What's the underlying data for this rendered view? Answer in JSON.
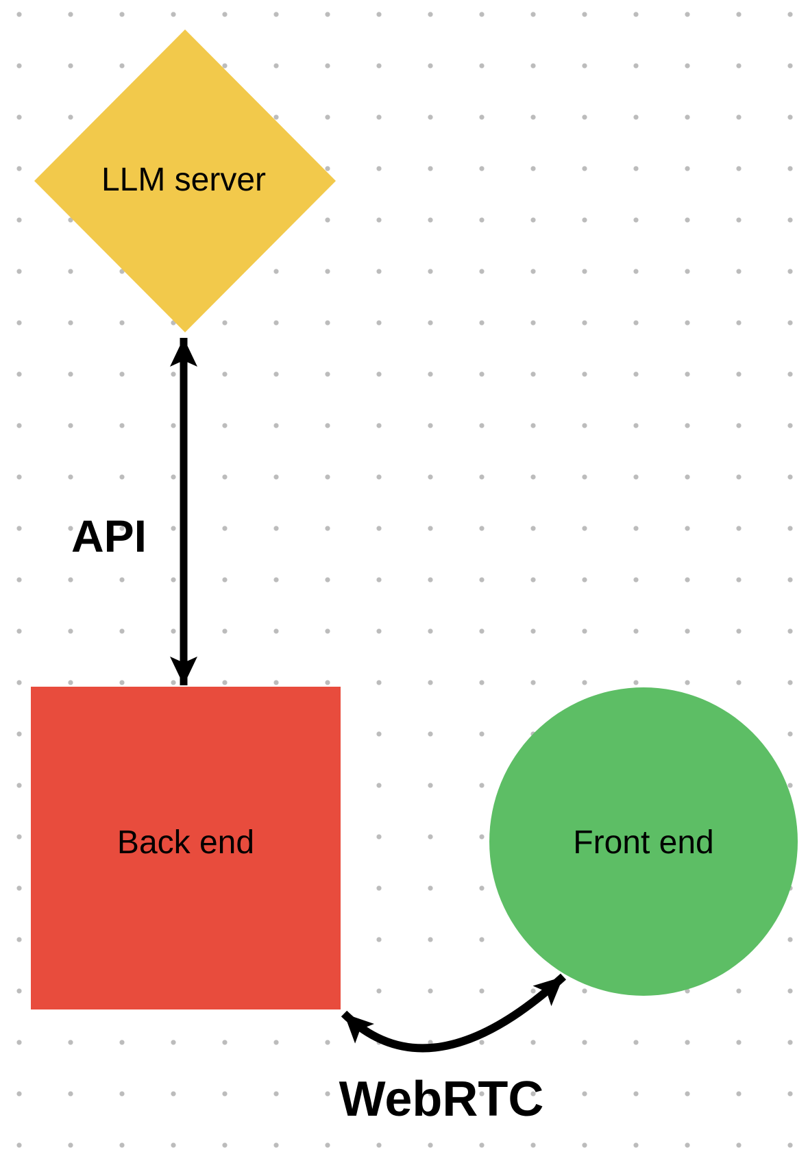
{
  "background": {
    "dot_color": "#bcbcbc",
    "base_color": "#ffffff"
  },
  "nodes": {
    "llm_server": {
      "label": "LLM server",
      "shape": "diamond",
      "fill": "#F2C94B"
    },
    "back_end": {
      "label": "Back end",
      "shape": "square",
      "fill": "#E84C3D"
    },
    "front_end": {
      "label": "Front end",
      "shape": "circle",
      "fill": "#5DBE65"
    }
  },
  "edges": {
    "api": {
      "label": "API",
      "type": "double-headed-straight-arrow",
      "color": "#000000",
      "connects": [
        "LLM server",
        "Back end"
      ]
    },
    "webrtc": {
      "label": "WebRTC",
      "type": "double-headed-curved-arrow",
      "color": "#000000",
      "connects": [
        "Back end",
        "Front end"
      ]
    }
  }
}
